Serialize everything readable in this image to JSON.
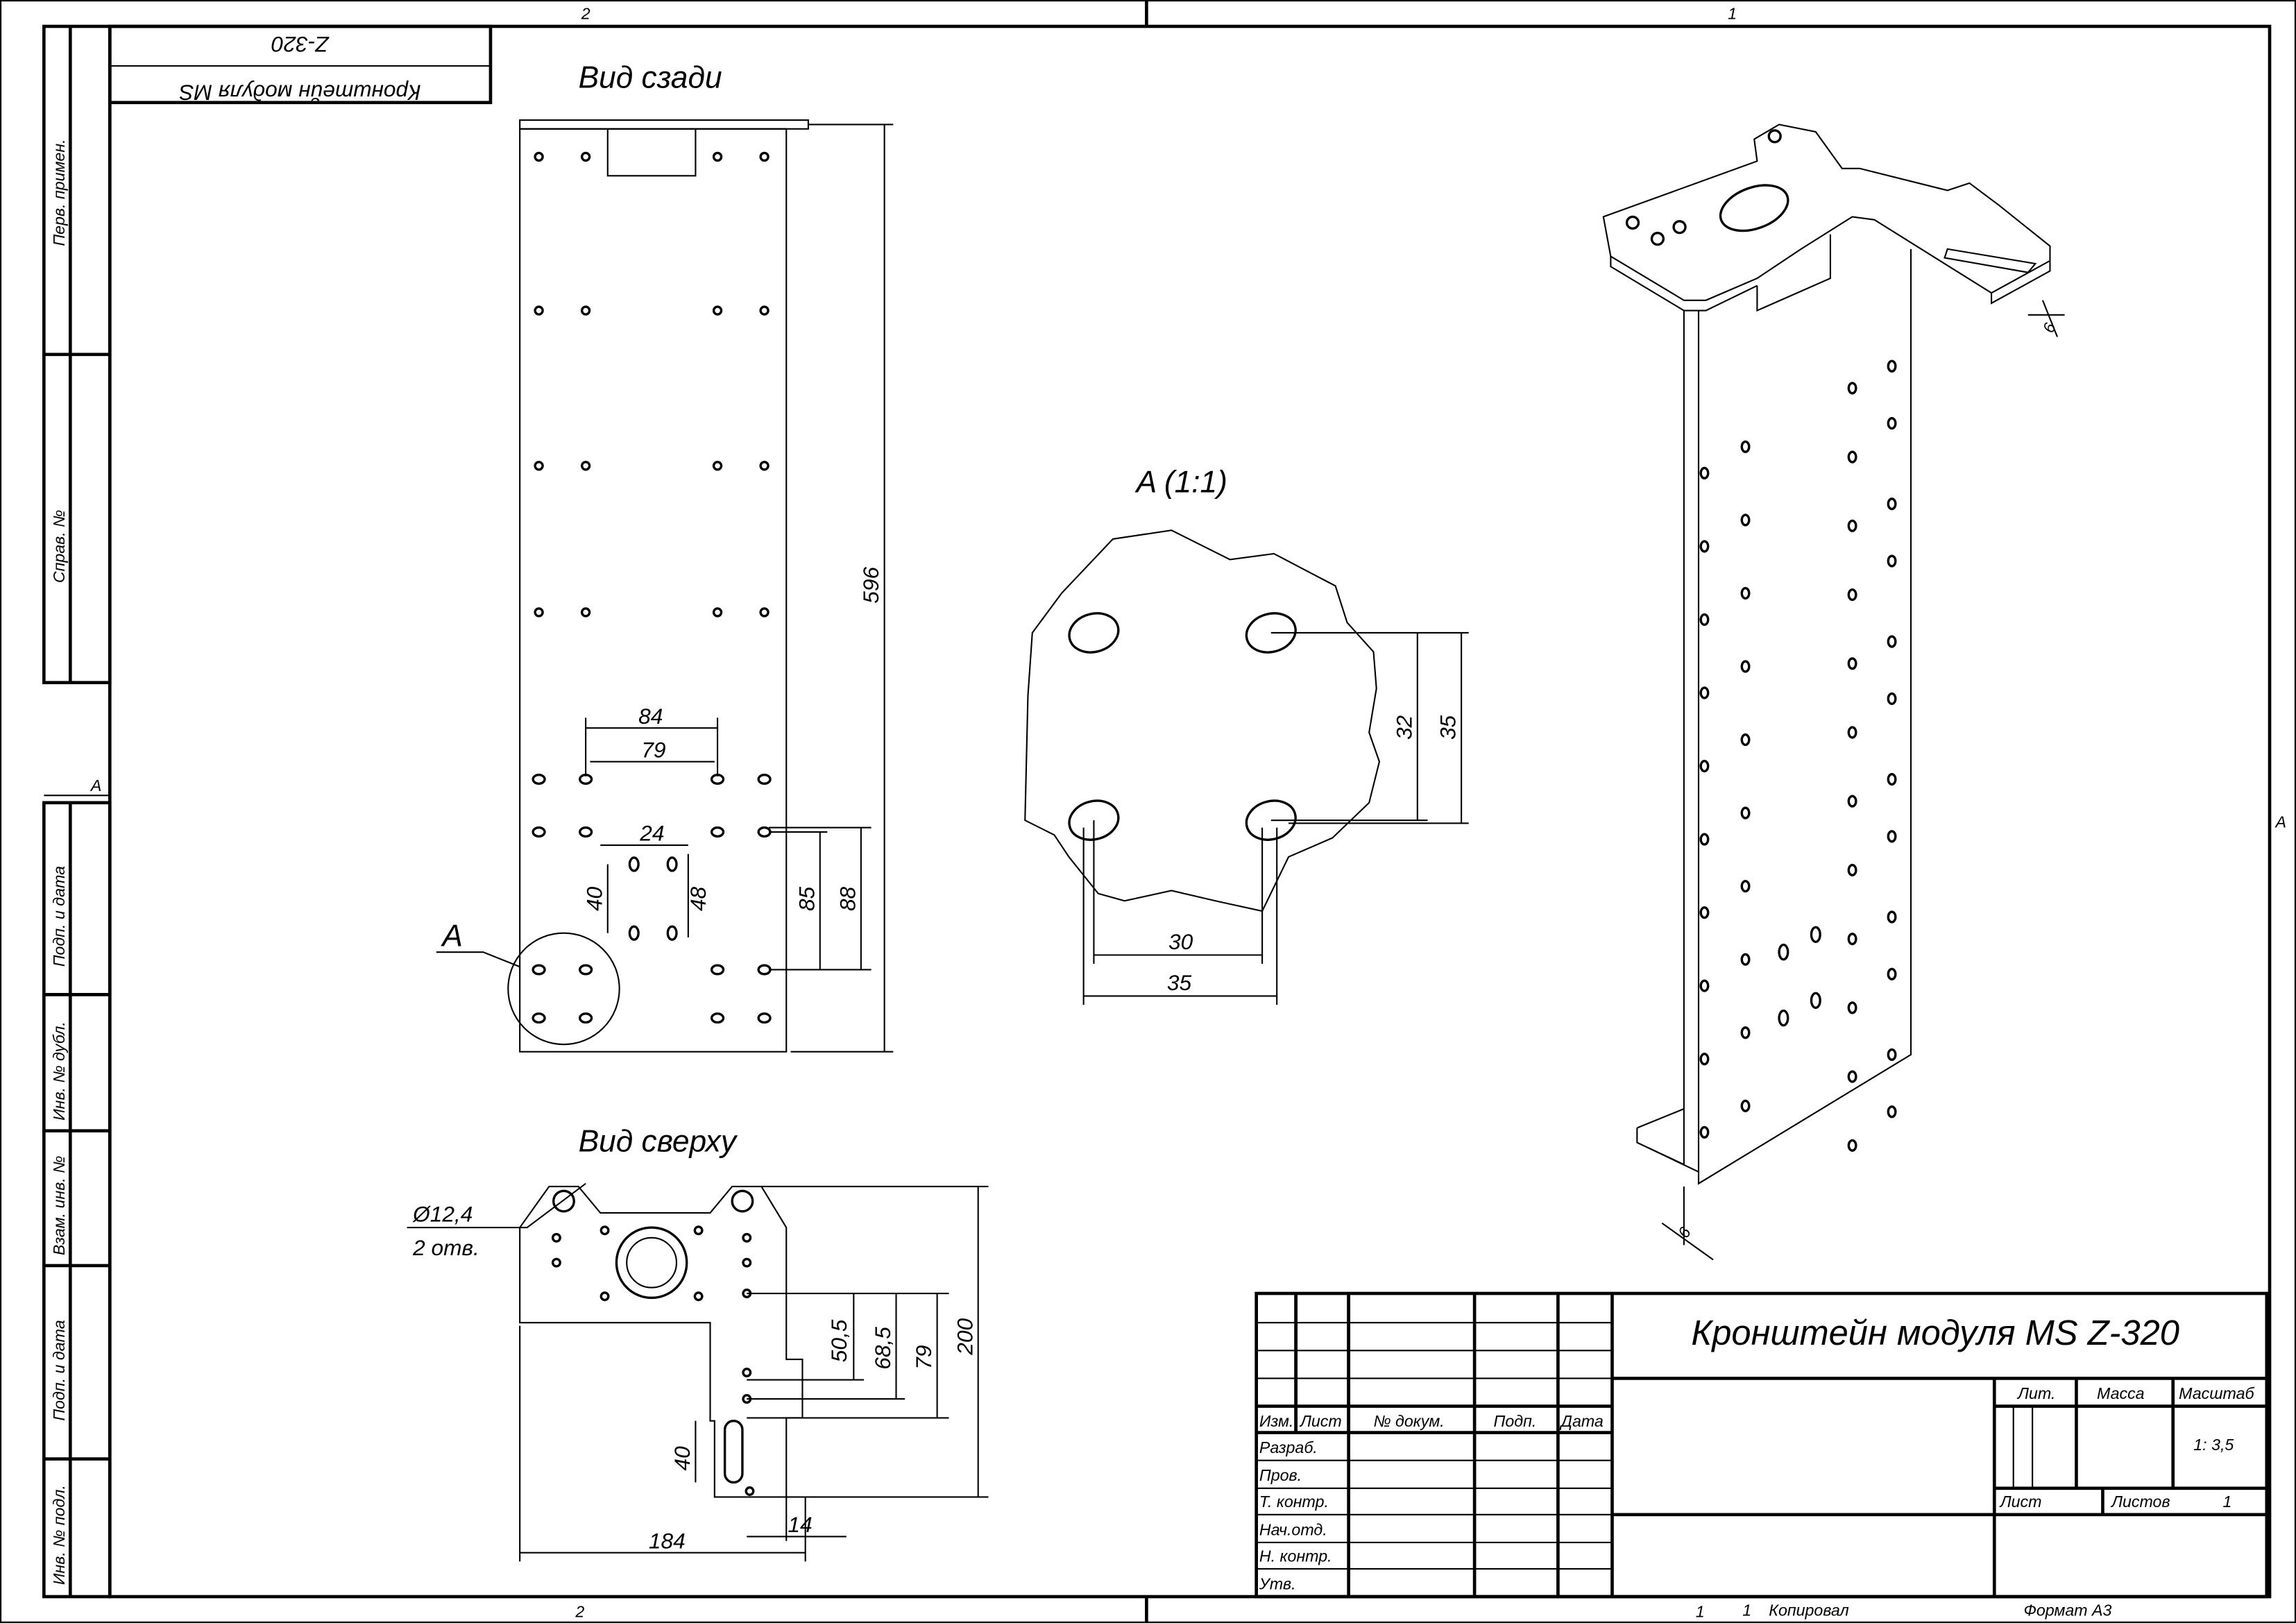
{
  "sheet": {
    "zones_top": [
      "2",
      "1"
    ],
    "zones_bottom": [
      "2",
      "1"
    ],
    "zone_side": "A",
    "format": "Формат А3",
    "copied": "Копировал",
    "copied_num": "1"
  },
  "side_columns": [
    "Перв. примен.",
    "Справ. №",
    "Подп. и дата",
    "Инв. № дубл.",
    "Взам. инв. №",
    "Подп. и дата",
    "Инв. № подл."
  ],
  "stamp_top": {
    "line1": "Кронштейн модуля MS",
    "line2": "Z-320"
  },
  "views": {
    "rear": {
      "title": "Вид сзади",
      "dims": {
        "height": "596",
        "d84": "84",
        "d79": "79",
        "d24": "24",
        "d40": "40",
        "d48": "48",
        "d85": "85",
        "d88": "88"
      },
      "detail_label": "A"
    },
    "top": {
      "title": "Вид сверху",
      "hole_note": "Ø12,4",
      "hole_count": "2 отв.",
      "dims": {
        "d200": "200",
        "d79": "79",
        "d68_5": "68,5",
        "d50_5": "50,5",
        "d40": "40",
        "d184": "184",
        "d14": "14"
      }
    },
    "detail": {
      "title": "A (1:1)",
      "dims": {
        "d32": "32",
        "d35v": "35",
        "d30": "30",
        "d35h": "35"
      }
    },
    "iso": {
      "thickness_top": "6",
      "thickness_bottom": "6"
    }
  },
  "title_block": {
    "name": "Кронштейн модуля MS Z-320",
    "headers": [
      "Изм.",
      "Лист",
      "№ докум.",
      "Подп.",
      "Дата"
    ],
    "roles": [
      "Разраб.",
      "Пров.",
      "Т. контр.",
      "Нач.отд.",
      "Н. контр.",
      "Утв."
    ],
    "lit": "Лит.",
    "mass": "Масса",
    "scale_label": "Масштаб",
    "scale": "1: 3,5",
    "sheet": "Лист",
    "sheets": "Листов",
    "sheets_count": "1"
  }
}
